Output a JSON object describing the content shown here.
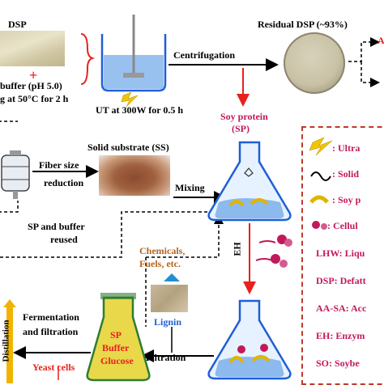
{
  "labels": {
    "dsp": "DSP",
    "buffer": "buffer (pH 5.0)",
    "temp_time": "g at 50°C for 2 h",
    "ut": "UT at 300W for 0.5 h",
    "centrifugation": "Centrifugation",
    "residual_dsp": "Residual DSP (~93%)",
    "residual_a": "A",
    "soy_protein_1": "Soy protein",
    "soy_protein_2": "(SP)",
    "solid_substrate": "Solid substrate (SS)",
    "fiber_size_1": "Fiber size",
    "fiber_size_2": "reduction",
    "mixing": "Mixing",
    "sp_buffer_1": "SP and buffer",
    "sp_buffer_2": "reused",
    "chemicals_1": "Chemicals,",
    "chemicals_2": "Fuels, etc.",
    "eh": "EH",
    "lignin": "Lignin",
    "fermentation_1": "Fermentation",
    "fermentation_2": "and filtration",
    "yeast": "Yeast cells",
    "filtration": "Filtration",
    "distillation": "Distillation",
    "flask_sp": "SP",
    "flask_buffer": "Buffer",
    "flask_glucose": "Glucose"
  },
  "legend": [
    {
      "icon": "lightning-icon",
      "text": ": Ultra"
    },
    {
      "icon": "wave-icon",
      "text": ": Solid"
    },
    {
      "icon": "protein-icon",
      "text": ": Soy p"
    },
    {
      "icon": "cellulase-icon",
      "text": ": Cellul"
    },
    {
      "icon": "",
      "text": "LHW: Liqu"
    },
    {
      "icon": "",
      "text": "DSP: Defatt"
    },
    {
      "icon": "",
      "text": "AA-SA: Acc"
    },
    {
      "icon": "",
      "text": "EH: Enzym"
    },
    {
      "icon": "",
      "text": "SO: Soybe"
    }
  ],
  "colors": {
    "red": "#e8211c",
    "magenta": "#c2185b",
    "blue": "#1f5fd6",
    "yellow": "#f2c400",
    "distillation": "#f0b400"
  }
}
